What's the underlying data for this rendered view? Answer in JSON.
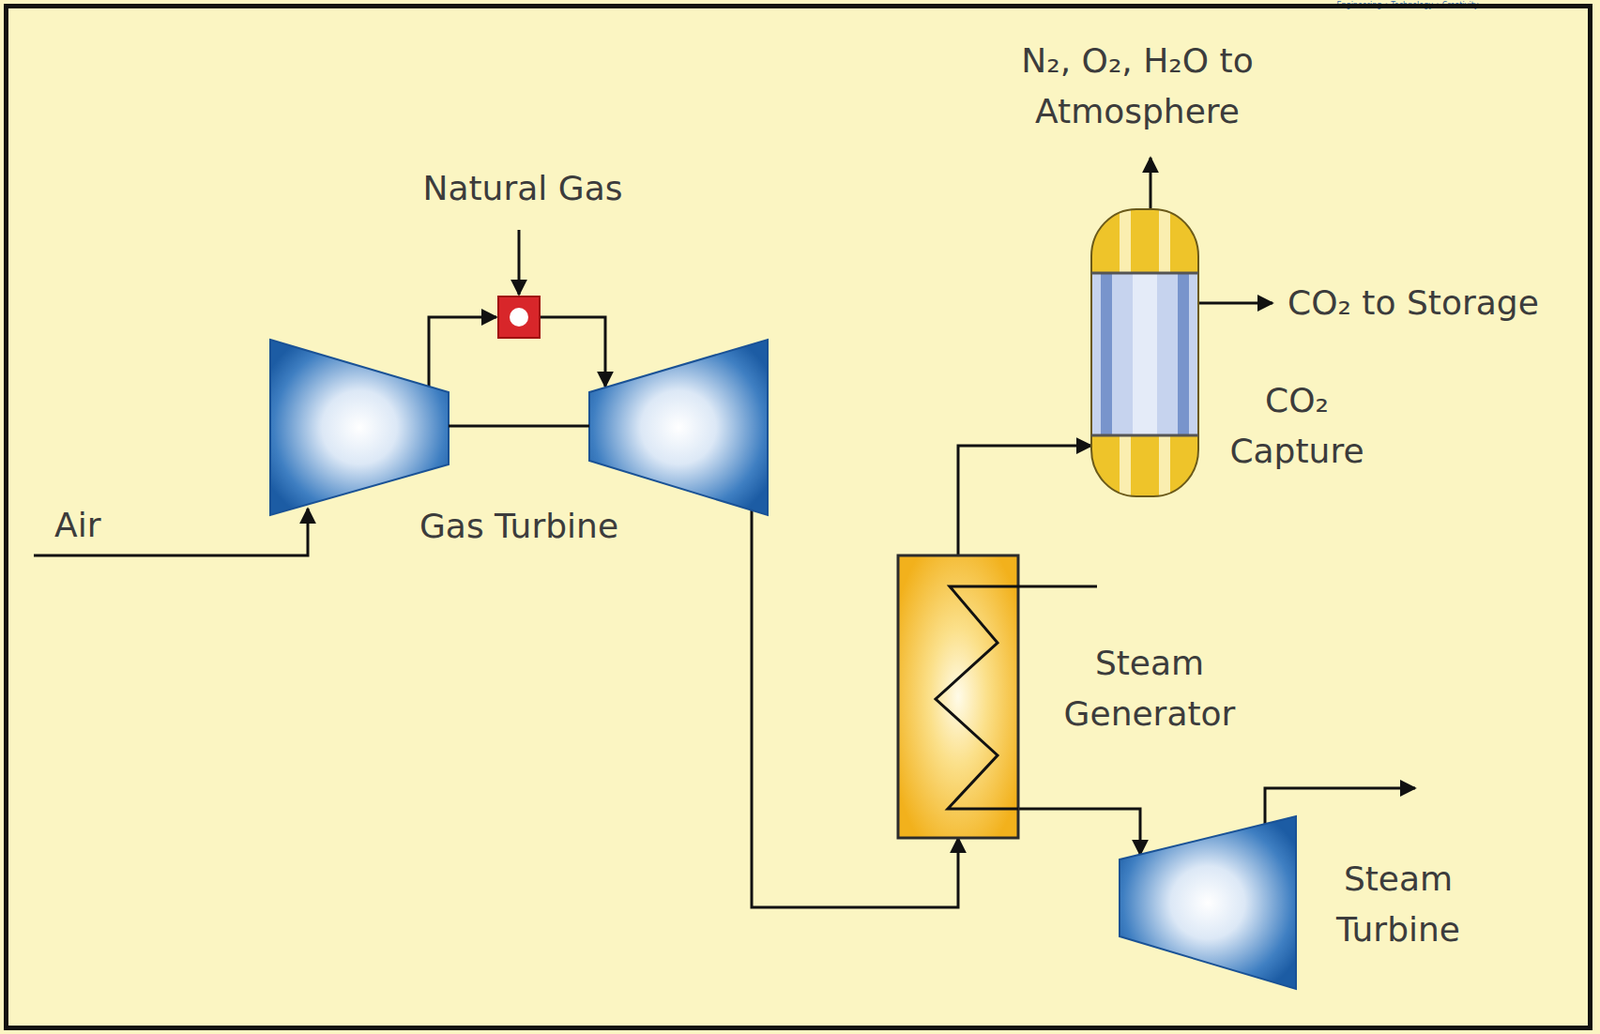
{
  "diagram": {
    "nodes": [
      {
        "text": [
          "Gas Turbine"
        ]
      },
      {
        "text": [
          "Steam Generator"
        ]
      },
      {
        "text": [
          "CO₂ Capture"
        ]
      },
      {
        "text": [
          "Steam Turbine"
        ]
      }
    ],
    "edges": [
      {
        "from": 0,
        "to": 1,
        "arrow": "to"
      },
      {
        "from": 1,
        "to": 2,
        "arrow": "to"
      },
      {
        "from": 1,
        "to": 3,
        "arrow": "to"
      }
    ],
    "labels": [
      "Natural Gas",
      "Air",
      "N₂, O₂, H₂O to Atmosphere",
      "CO₂ to Storage",
      "Engineering • Technology • Creativity"
    ]
  }
}
